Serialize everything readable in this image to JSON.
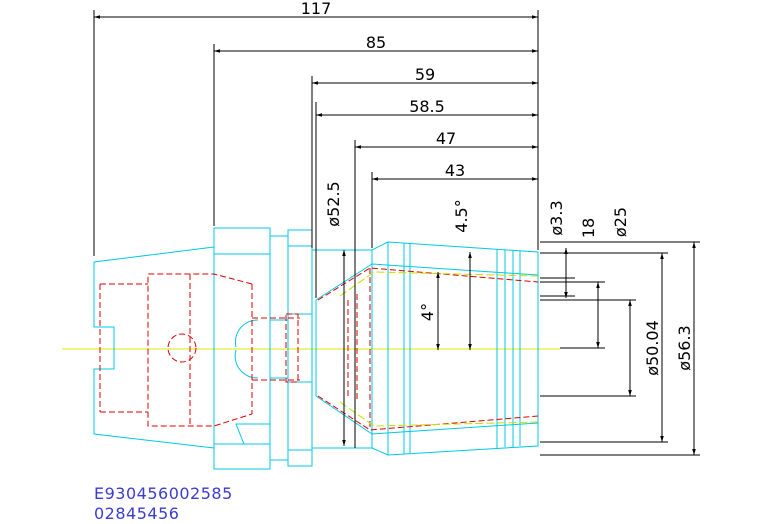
{
  "dimensions": {
    "len_117": "117",
    "len_85": "85",
    "len_59": "59",
    "len_58_5": "58.5",
    "len_47": "47",
    "len_43": "43",
    "dia_52_5": "ø52.5",
    "angle_4_5": "4.5°",
    "dia_3_3": "ø3.3",
    "len_18": "18",
    "dia_25": "ø25",
    "angle_4": "4°",
    "dia_50_04": "ø50.04",
    "dia_56_3": "ø56.3"
  },
  "codes": {
    "line1": "E930456002585",
    "line2": "02845456"
  },
  "colors": {
    "outline": "#00c8e6",
    "hidden": "#e00000",
    "centerline": "#e6e600",
    "dimension": "#000000",
    "code_text": "#3b3bd6"
  }
}
